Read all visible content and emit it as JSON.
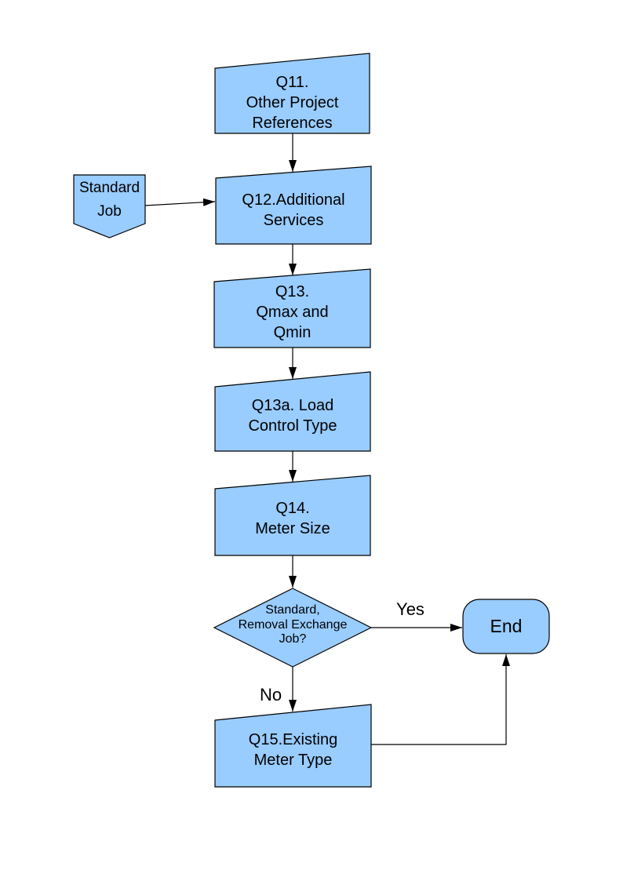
{
  "flowchart": {
    "node_fill": "#99CCFF",
    "node_border": "#000000",
    "text_color": "#000000",
    "line_color": "#000000",
    "nodes": [
      {
        "id": "q11",
        "shape": "manual-input",
        "label": "Q11.\nOther Project\nReferences"
      },
      {
        "id": "standard_job",
        "shape": "off-page-connector",
        "label": "Standard\nJob"
      },
      {
        "id": "q12",
        "shape": "manual-input",
        "label": "Q12.Additional\nServices"
      },
      {
        "id": "q13",
        "shape": "manual-input",
        "label": "Q13.\nQmax and\nQmin"
      },
      {
        "id": "q13a",
        "shape": "manual-input",
        "label": "Q13a. Load\nControl Type"
      },
      {
        "id": "q14",
        "shape": "manual-input",
        "label": "Q14.\nMeter Size"
      },
      {
        "id": "decision",
        "shape": "decision",
        "label": "Standard,\nRemoval Exchange\nJob?"
      },
      {
        "id": "end",
        "shape": "terminator",
        "label": "End"
      },
      {
        "id": "q15",
        "shape": "manual-input",
        "label": "Q15.Existing\nMeter Type"
      }
    ],
    "edges": [
      {
        "from": "q11",
        "to": "q12",
        "label": ""
      },
      {
        "from": "standard_job",
        "to": "q12",
        "label": ""
      },
      {
        "from": "q12",
        "to": "q13",
        "label": ""
      },
      {
        "from": "q13",
        "to": "q13a",
        "label": ""
      },
      {
        "from": "q13a",
        "to": "q14",
        "label": ""
      },
      {
        "from": "q14",
        "to": "decision",
        "label": ""
      },
      {
        "from": "decision",
        "to": "end",
        "label": "Yes"
      },
      {
        "from": "decision",
        "to": "q15",
        "label": "No"
      },
      {
        "from": "q15",
        "to": "end",
        "label": ""
      }
    ]
  }
}
